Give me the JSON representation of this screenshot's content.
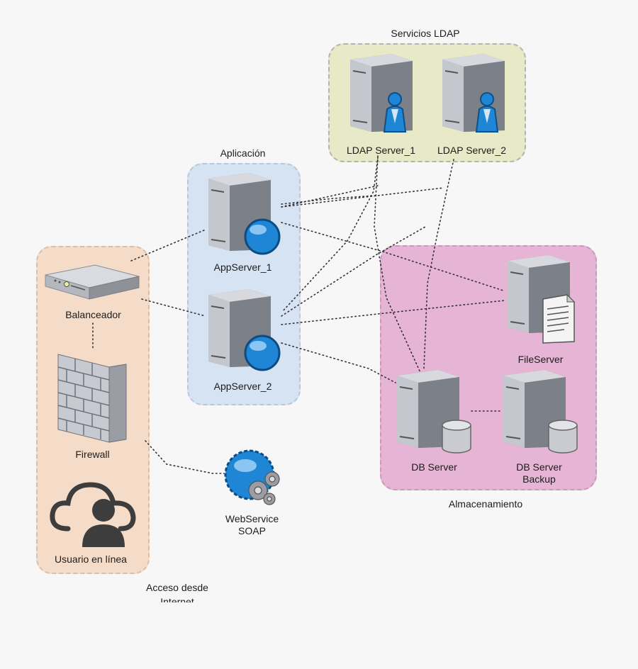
{
  "groups": {
    "ldap": "Servicios LDAP",
    "app": "Aplicación",
    "storage": "Almacenamiento",
    "access_line1": "Acceso desde",
    "access_line2": "Internet"
  },
  "nodes": {
    "ldap1": "LDAP Server_1",
    "ldap2": "LDAP Server_2",
    "app1": "AppServer_1",
    "app2": "AppServer_2",
    "balancer": "Balanceador",
    "firewall": "Firewall",
    "user": "Usuario en línea",
    "fileserver": "FileServer",
    "db": "DB Server",
    "db_backup_line1": "DB Server",
    "db_backup_line2": "Backup",
    "ws_line1": "WebService",
    "ws_line2": "SOAP"
  },
  "colors": {
    "ldap_group": "#e8e9c6",
    "app_group": "#d5e3f2",
    "access_group": "#f5dcc9",
    "storage_group": "#e6b5d5",
    "server_gray": "#a9acb3",
    "globe_blue": "#1f86d6"
  },
  "icons": [
    "server-icon",
    "user-badge-icon",
    "globe-icon",
    "rack-server-icon",
    "brick-wall-icon",
    "cloud-user-icon",
    "document-icon",
    "database-cylinder-icon",
    "gear-icon"
  ]
}
